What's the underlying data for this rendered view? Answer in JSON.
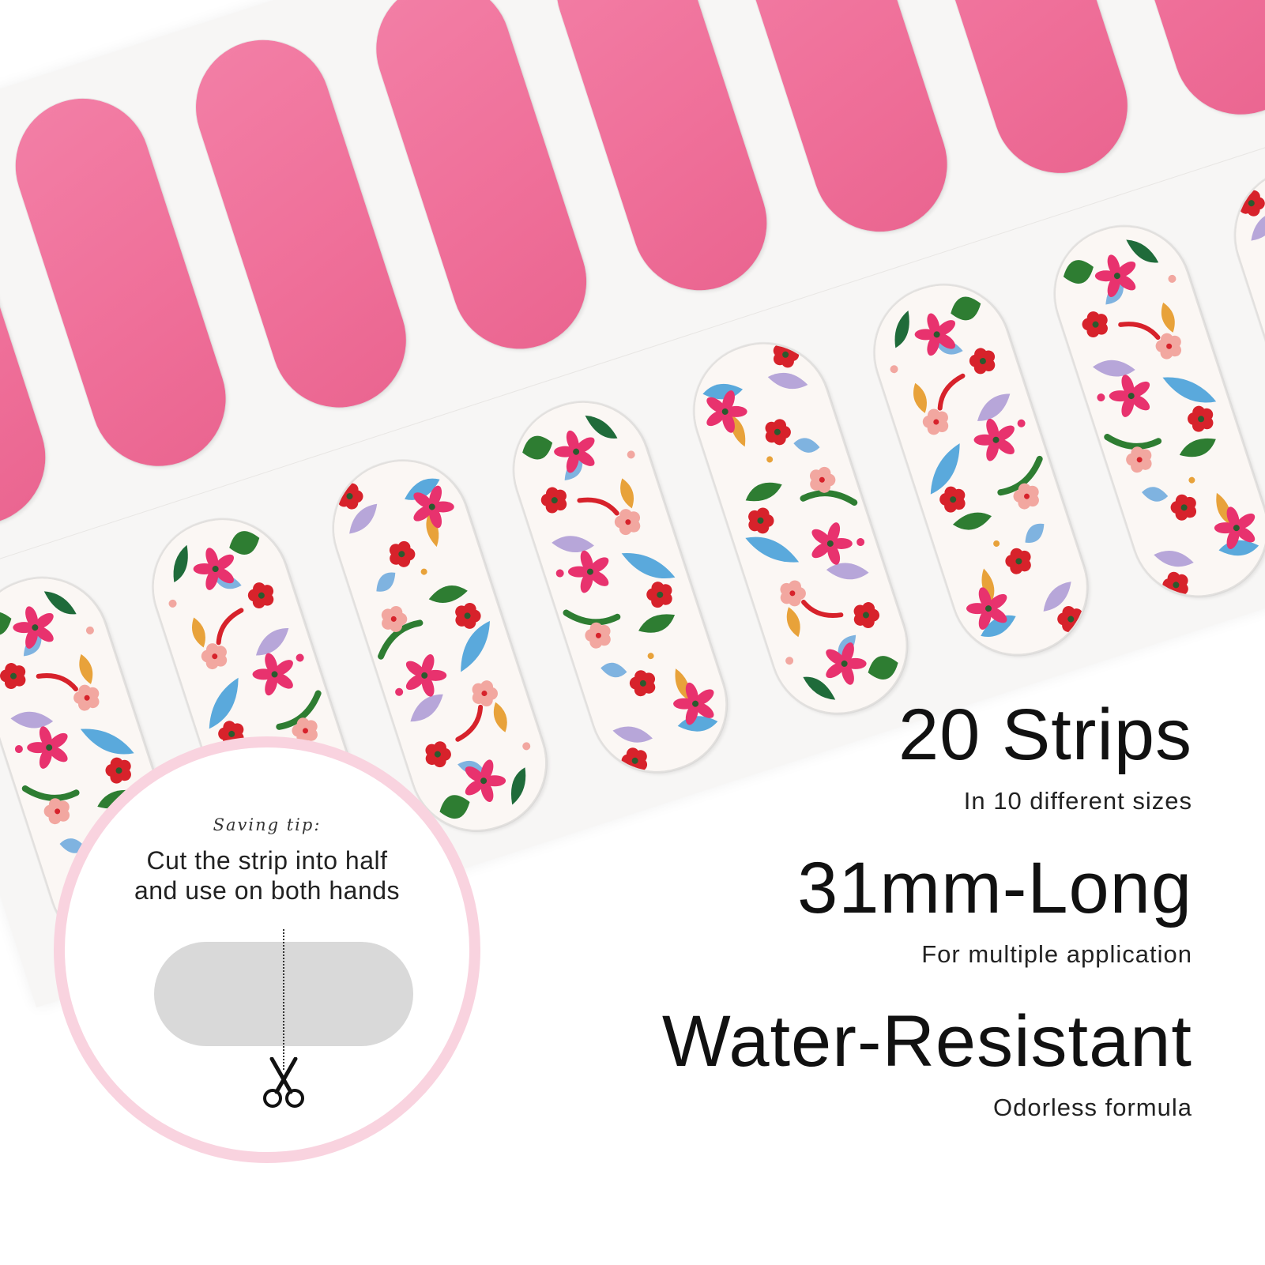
{
  "features": [
    {
      "title": "20 Strips",
      "subtitle": "In 10 different sizes"
    },
    {
      "title": "31mm-Long",
      "subtitle": "For multiple application"
    },
    {
      "title": "Water-Resistant",
      "subtitle": "Odorless formula"
    }
  ],
  "saving_tip": {
    "title": "Saving tip:",
    "line1": "Cut the strip into half",
    "line2": "and use on both hands"
  },
  "colors": {
    "pink_strip": "#ef6f99",
    "circle_border": "#f9d3df",
    "tip_pill": "#d9d9d9"
  },
  "icons": {
    "cut": "scissors-icon"
  }
}
